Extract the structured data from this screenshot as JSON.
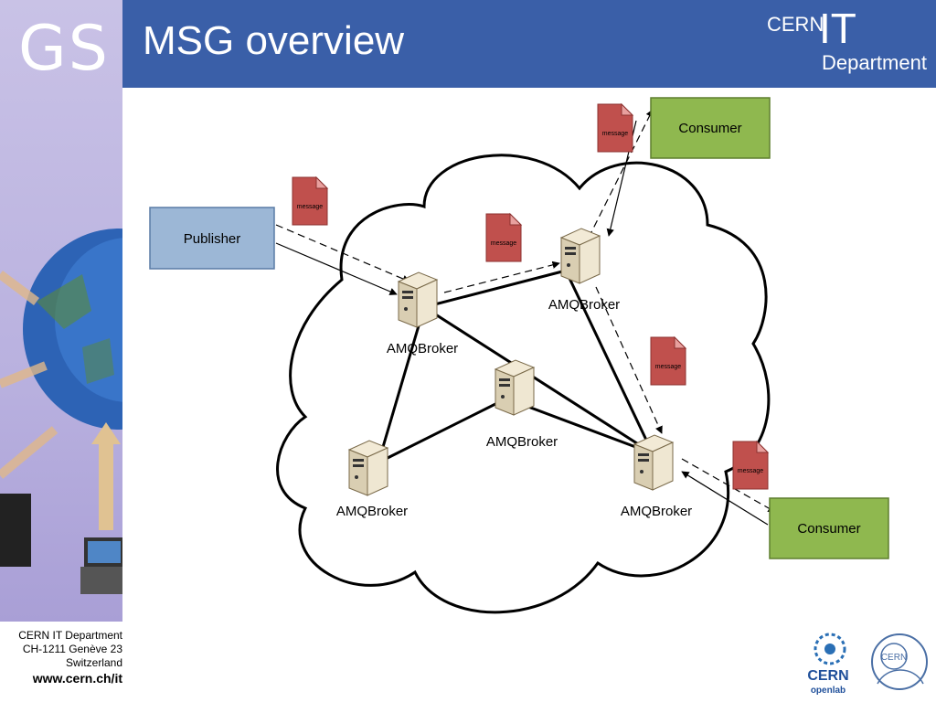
{
  "header": {
    "title": "MSG overview"
  },
  "brand": {
    "cern": "CERN",
    "it": "IT",
    "department": "Department"
  },
  "sidebar": {
    "logo": "GS"
  },
  "footer": {
    "line1": "CERN IT Department",
    "line2": "CH-1211 Genève 23",
    "line3": "Switzerland",
    "url": "www.cern.ch/it"
  },
  "diagram": {
    "publisher": "Publisher",
    "consumer_top": "Consumer",
    "consumer_bottom": "Consumer",
    "brokers": [
      "AMQBroker",
      "AMQBroker",
      "AMQBroker",
      "AMQBroker",
      "AMQBroker"
    ],
    "messages": [
      "message",
      "message",
      "message",
      "message",
      "message"
    ]
  },
  "logos": {
    "openlab_cern": "CERN",
    "openlab": "openlab",
    "seal": "CERN"
  },
  "colors": {
    "header": "#3a5fa8",
    "publisher": "#9cb7d6",
    "consumer": "#8fb84f",
    "message": "#c0504d"
  }
}
